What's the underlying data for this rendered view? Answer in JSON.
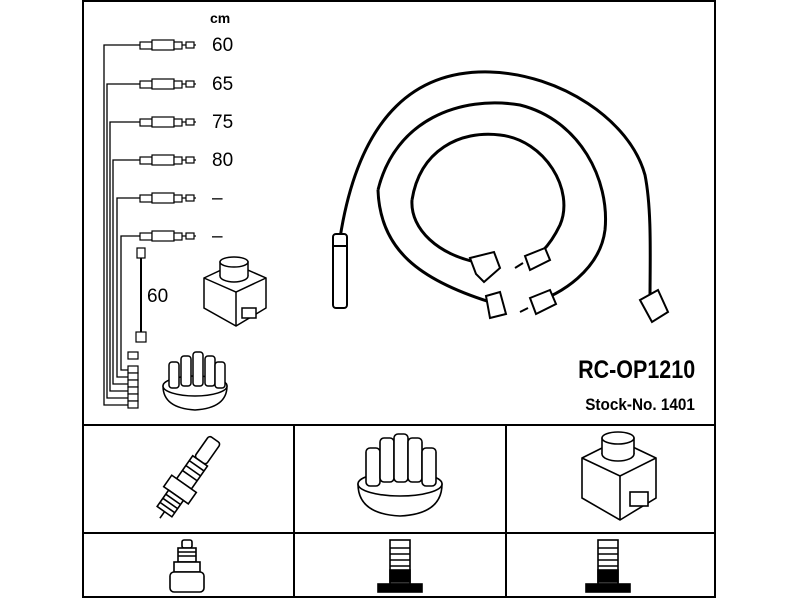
{
  "kit": {
    "code": "RC-OP1210",
    "stock_number": "Stock-No. 1401"
  },
  "lengths": {
    "unit": "cm",
    "cables": [
      "60",
      "65",
      "75",
      "80",
      "–",
      "–"
    ],
    "coil_lead": "60"
  },
  "icons": {
    "ignition_coil": "ignition-coil-icon",
    "distributor_cap": "distributor-cap-icon",
    "spark_plug": "spark-plug-icon",
    "plug_terminal": "plug-terminal-icon",
    "cap_terminal": "cap-terminal-icon",
    "coil_terminal": "coil-terminal-icon"
  }
}
